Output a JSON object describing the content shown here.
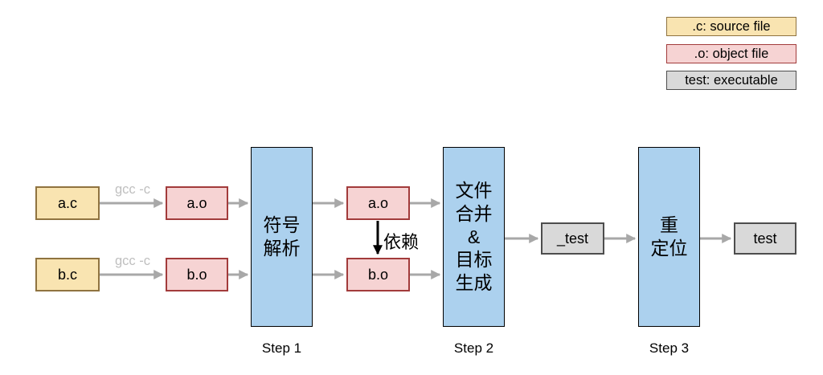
{
  "colors": {
    "source_fill": "#F9E4B1",
    "source_border": "#8F7340",
    "object_fill": "#F6D3D3",
    "object_border": "#A23B3B",
    "process_fill": "#ACD1EE",
    "process_border": "#000000",
    "exec_fill": "#D9D9D9",
    "exec_border": "#4D4D4D",
    "arrow": "#A8A8A8",
    "dependency_arrow": "#000000",
    "compile_label": "#BFBFBF"
  },
  "legend": {
    "source": ".c: source file",
    "object": ".o: object file",
    "executable": "test: executable"
  },
  "nodes": {
    "source_a": "a.c",
    "source_b": "b.c",
    "object_a_pre": "a.o",
    "object_b_pre": "b.o",
    "object_a_post": "a.o",
    "object_b_post": "b.o",
    "process_symbol_resolution": "符号\n解析",
    "process_merge_generate": "文件\n合并\n&\n目标\n生成",
    "process_relocation": "重\n定位",
    "intermediate_output": "_test",
    "final_output": "test"
  },
  "edge_labels": {
    "compile_a": "gcc -c",
    "compile_b": "gcc -c",
    "dependency": "依赖"
  },
  "step_labels": {
    "step1": "Step 1",
    "step2": "Step 2",
    "step3": "Step 3"
  }
}
